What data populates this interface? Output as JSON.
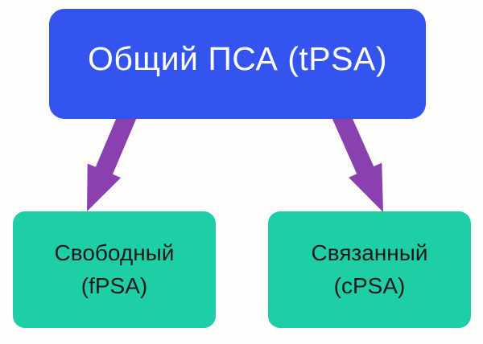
{
  "diagram": {
    "root_node": {
      "label": "Общий ПСА (tPSA)"
    },
    "child_nodes": [
      {
        "lines": [
          "Свободный",
          "(fPSA)"
        ]
      },
      {
        "lines": [
          "Связанный",
          "(cPSA)"
        ]
      }
    ],
    "colors": {
      "background": "#fdfdfc",
      "root_box": "#3354ee",
      "root_text": "#fefefe",
      "child_box": "#1ecfa6",
      "child_text": "#191919",
      "arrow": "#8b40b0"
    }
  }
}
